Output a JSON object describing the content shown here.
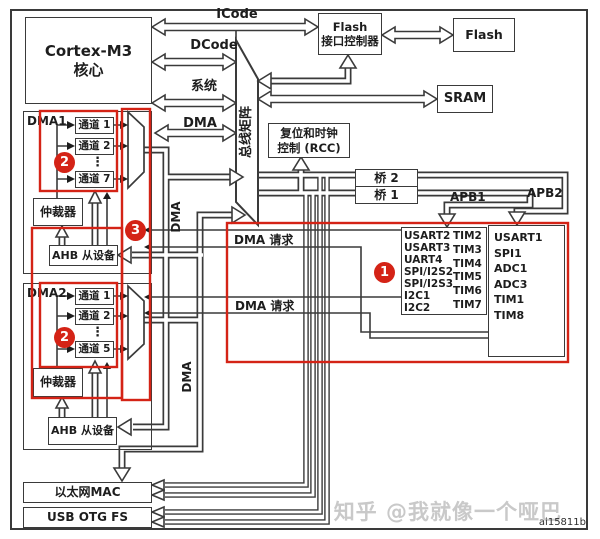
{
  "blocks": {
    "cortex": {
      "line1": "Cortex-M3",
      "line2": "核心"
    },
    "flash_ctrl": {
      "line1": "Flash",
      "line2": "接口控制器"
    },
    "flash": "Flash",
    "sram": "SRAM",
    "rcc": {
      "line1": "复位和时钟",
      "line2": "控制 (RCC)"
    },
    "bridge2": "桥  2",
    "bridge1": "桥  1",
    "eth_mac": "以太网MAC",
    "usb_otg": "USB OTG FS",
    "bus_matrix": "总线矩阵"
  },
  "bus_labels": {
    "icode": "ICode",
    "dcode": "DCode",
    "system": "系统",
    "dma": "DMA",
    "dma_v1": "DMA",
    "dma_v2": "DMA",
    "apb1": "APB1",
    "apb2": "APB2"
  },
  "dma1": {
    "title": "DMA1",
    "ch1": "通道 1",
    "ch2": "通道 2",
    "ch_last": "通道 7",
    "dots": "⋮",
    "arbiter": "仲裁器",
    "ahb": "AHB 从设备"
  },
  "dma2": {
    "title": "DMA2",
    "ch1": "通道 1",
    "ch2": "通道 2",
    "ch_last": "通道 5",
    "dots": "⋮",
    "arbiter": "仲裁器",
    "ahb": "AHB 从设备"
  },
  "requests": {
    "label1": "DMA 请求",
    "label2": "DMA 请求"
  },
  "peripherals": {
    "apb1_col1": [
      "USART2",
      "USART3",
      "UART4",
      "SPI/I2S2",
      "SPI/I2S3",
      "I2C1",
      "I2C2"
    ],
    "apb1_col2": [
      "TIM2",
      "TIM3",
      "TIM4",
      "TIM5",
      "TIM6",
      "TIM7"
    ],
    "apb2": [
      "USART1",
      "SPI1",
      "ADC1",
      "ADC3",
      "TIM1",
      "TIM8"
    ]
  },
  "badges": {
    "b1": "1",
    "b2": "2",
    "b3": "3"
  },
  "watermark": {
    "text": "知乎 @我就像一个哑巴",
    "code": "ai15811b"
  },
  "colors": {
    "annotation_red": "#d42316",
    "line_black": "#3a3a3a"
  }
}
